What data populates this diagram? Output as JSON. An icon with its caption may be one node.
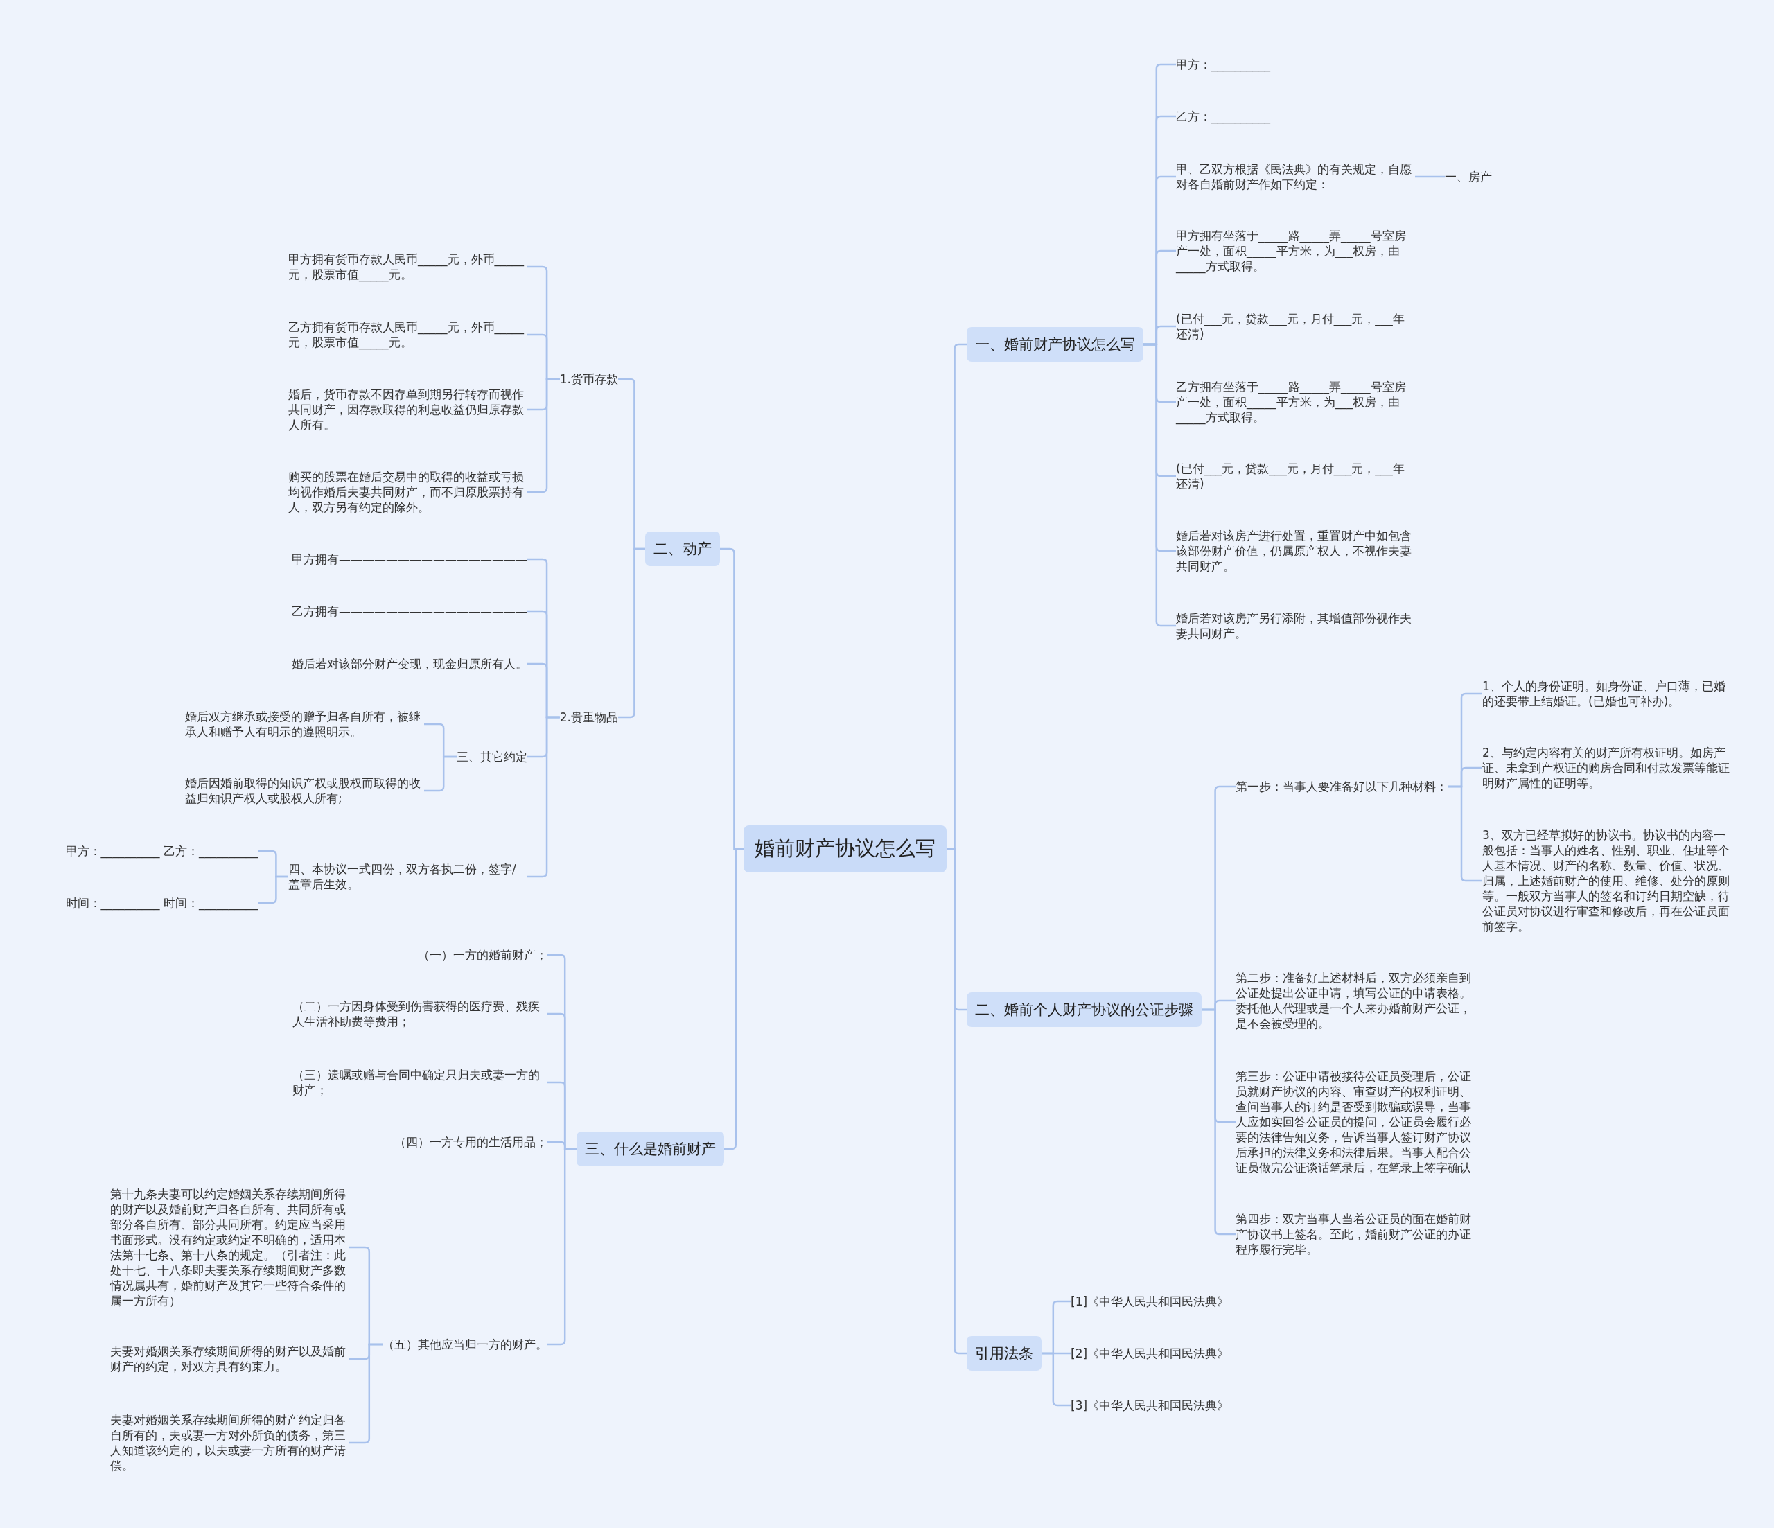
{
  "diagram": {
    "nodes": [
      {
        "text": [
          "婚前财产协议怎么写"
        ]
      },
      {
        "text": [
          "一、婚前财产协议怎么写"
        ]
      },
      {
        "text": [
          "甲方：__________"
        ]
      },
      {
        "text": [
          "乙方：__________"
        ]
      },
      {
        "text": [
          "甲、乙双方根据《民法典》的有关规定，自愿对各自婚前财产作如下约定："
        ]
      },
      {
        "text": [
          "一、房产"
        ]
      },
      {
        "text": [
          "甲方拥有坐落于_____路_____弄_____号室房产一处，面积_____平方米，为___权房，由_____方式取得。"
        ]
      },
      {
        "text": [
          "(已付___元，贷款___元，月付___元，___年还清)"
        ]
      },
      {
        "text": [
          "乙方拥有坐落于_____路_____弄_____号室房产一处，面积_____平方米，为___权房，由_____方式取得。"
        ]
      },
      {
        "text": [
          "(已付___元，贷款___元，月付___元，___年还清)"
        ]
      },
      {
        "text": [
          "婚后若对该房产进行处置，重置财产中如包含该部份财产价值，仍属原产权人，不视作夫妻共同财产。"
        ]
      },
      {
        "text": [
          "婚后若对该房产另行添附，其增值部份视作夫妻共同财产。"
        ]
      },
      {
        "text": [
          "二、婚前个人财产协议的公证步骤"
        ]
      },
      {
        "text": [
          "第一步：当事人要准备好以下几种材料："
        ]
      },
      {
        "text": [
          "1、个人的身份证明。如身份证、户口薄，已婚的还要带上结婚证。(已婚也可补办)。"
        ]
      },
      {
        "text": [
          "2、与约定内容有关的财产所有权证明。如房产证、未拿到产权证的购房合同和付款发票等能证明财产属性的证明等。"
        ]
      },
      {
        "text": [
          "3、双方已经草拟好的协议书。协议书的内容一般包括：当事人的姓名、性别、职业、住址等个人基本情况、财产的名称、数量、价值、状况、归属，上述婚前财产的使用、维修、处分的原则等。一般双方当事人的签名和订约日期空缺，待公证员对协议进行审查和修改后，再在公证员面前签字。"
        ]
      },
      {
        "text": [
          "第二步：准备好上述材料后，双方必须亲自到公证处提出公证申请，填写公证的申请表格。委托他人代理或是一个人来办婚前财产公证，是不会被受理的。"
        ]
      },
      {
        "text": [
          "第三步：公证申请被接待公证员受理后，公证员就财产协议的内容、审查财产的权利证明、查问当事人的订约是否受到欺骗或误导，当事人应如实回答公证员的提问，公证员会履行必要的法律告知义务，告诉当事人签订财产协议后承担的法律义务和法律后果。当事人配合公证员做完公证谈话笔录后，在笔录上签字确认"
        ]
      },
      {
        "text": [
          "第四步：双方当事人当着公证员的面在婚前财产协议书上签名。至此，婚前财产公证的办证程序履行完毕。"
        ]
      },
      {
        "text": [
          "引用法条"
        ]
      },
      {
        "text": [
          "[1]《中华人民共和国民法典》"
        ]
      },
      {
        "text": [
          "[2]《中华人民共和国民法典》"
        ]
      },
      {
        "text": [
          "[3]《中华人民共和国民法典》"
        ]
      },
      {
        "text": [
          "二、动产"
        ]
      },
      {
        "text": [
          "1.货币存款"
        ]
      },
      {
        "text": [
          "甲方拥有货币存款人民币_____元，外币_____元，股票市值_____元。"
        ]
      },
      {
        "text": [
          "乙方拥有货币存款人民币_____元，外币_____元，股票市值_____元。"
        ]
      },
      {
        "text": [
          "婚后，货币存款不因存单到期另行转存而视作共同财产，因存款取得的利息收益仍归原存款人所有。"
        ]
      },
      {
        "text": [
          "购买的股票在婚后交易中的取得的收益或亏损均视作婚后夫妻共同财产，而不归原股票持有人，双方另有约定的除外。"
        ]
      },
      {
        "text": [
          "2.贵重物品"
        ]
      },
      {
        "text": [
          "甲方拥有————————————————"
        ]
      },
      {
        "text": [
          "乙方拥有————————————————"
        ]
      },
      {
        "text": [
          "婚后若对该部分财产变现，现金归原所有人。"
        ]
      },
      {
        "text": [
          "三、其它约定"
        ]
      },
      {
        "text": [
          "婚后双方继承或接受的赠予归各自所有，被继承人和赠予人有明示的遵照明示。"
        ]
      },
      {
        "text": [
          "婚后因婚前取得的知识产权或股权而取得的收益归知识产权人或股权人所有;"
        ]
      },
      {
        "text": [
          "四、本协议一式四份，双方各执二份，签字/盖章后生效。"
        ]
      },
      {
        "text": [
          "甲方：__________ 乙方：__________"
        ]
      },
      {
        "text": [
          "时间：__________ 时间：__________"
        ]
      },
      {
        "text": [
          "三、什么是婚前财产"
        ]
      },
      {
        "text": [
          "（一）一方的婚前财产；"
        ]
      },
      {
        "text": [
          "（二）一方因身体受到伤害获得的医疗费、残疾人生活补助费等费用；"
        ]
      },
      {
        "text": [
          "（三）遗嘱或赠与合同中确定只归夫或妻一方的财产；"
        ]
      },
      {
        "text": [
          "（四）一方专用的生活用品；"
        ]
      },
      {
        "text": [
          "（五）其他应当归一方的财产。"
        ]
      },
      {
        "text": [
          "第十九条夫妻可以约定婚姻关系存续期间所得的财产以及婚前财产归各自所有、共同所有或部分各自所有、部分共同所有。约定应当采用书面形式。没有约定或约定不明确的，适用本法第十七条、第十八条的规定。（引者注：此处十七、十八条即夫妻关系存续期间财产多数情况属共有，婚前财产及其它一些符合条件的属一方所有）"
        ]
      },
      {
        "text": [
          "夫妻对婚姻关系存续期间所得的财产以及婚前财产的约定，对双方具有约束力。"
        ]
      },
      {
        "text": [
          "夫妻对婚姻关系存续期间所得的财产约定归各自所有的，夫或妻一方对外所负的债务，第三人知道该约定的，以夫或妻一方所有的财产清偿。"
        ]
      }
    ],
    "edges": [
      {
        "from": 0,
        "to": 1,
        "arrow": "none"
      },
      {
        "from": 1,
        "to": 2,
        "arrow": "none"
      },
      {
        "from": 1,
        "to": 3,
        "arrow": "none"
      },
      {
        "from": 1,
        "to": 4,
        "arrow": "none"
      },
      {
        "from": 4,
        "to": 5,
        "arrow": "none"
      },
      {
        "from": 1,
        "to": 6,
        "arrow": "none"
      },
      {
        "from": 1,
        "to": 7,
        "arrow": "none"
      },
      {
        "from": 1,
        "to": 8,
        "arrow": "none"
      },
      {
        "from": 1,
        "to": 9,
        "arrow": "none"
      },
      {
        "from": 1,
        "to": 10,
        "arrow": "none"
      },
      {
        "from": 1,
        "to": 11,
        "arrow": "none"
      },
      {
        "from": 0,
        "to": 12,
        "arrow": "none"
      },
      {
        "from": 12,
        "to": 13,
        "arrow": "none"
      },
      {
        "from": 13,
        "to": 14,
        "arrow": "none"
      },
      {
        "from": 13,
        "to": 15,
        "arrow": "none"
      },
      {
        "from": 13,
        "to": 16,
        "arrow": "none"
      },
      {
        "from": 12,
        "to": 17,
        "arrow": "none"
      },
      {
        "from": 12,
        "to": 18,
        "arrow": "none"
      },
      {
        "from": 12,
        "to": 19,
        "arrow": "none"
      },
      {
        "from": 0,
        "to": 20,
        "arrow": "none"
      },
      {
        "from": 20,
        "to": 21,
        "arrow": "none"
      },
      {
        "from": 20,
        "to": 22,
        "arrow": "none"
      },
      {
        "from": 20,
        "to": 23,
        "arrow": "none"
      },
      {
        "from": 0,
        "to": 24,
        "arrow": "none"
      },
      {
        "from": 24,
        "to": 25,
        "arrow": "none"
      },
      {
        "from": 25,
        "to": 26,
        "arrow": "none"
      },
      {
        "from": 25,
        "to": 27,
        "arrow": "none"
      },
      {
        "from": 25,
        "to": 28,
        "arrow": "none"
      },
      {
        "from": 25,
        "to": 29,
        "arrow": "none"
      },
      {
        "from": 24,
        "to": 30,
        "arrow": "none"
      },
      {
        "from": 30,
        "to": 31,
        "arrow": "none"
      },
      {
        "from": 30,
        "to": 32,
        "arrow": "none"
      },
      {
        "from": 30,
        "to": 33,
        "arrow": "none"
      },
      {
        "from": 30,
        "to": 34,
        "arrow": "none"
      },
      {
        "from": 34,
        "to": 35,
        "arrow": "none"
      },
      {
        "from": 34,
        "to": 36,
        "arrow": "none"
      },
      {
        "from": 30,
        "to": 37,
        "arrow": "none"
      },
      {
        "from": 37,
        "to": 38,
        "arrow": "none"
      },
      {
        "from": 37,
        "to": 39,
        "arrow": "none"
      },
      {
        "from": 0,
        "to": 40,
        "arrow": "none"
      },
      {
        "from": 40,
        "to": 41,
        "arrow": "none"
      },
      {
        "from": 40,
        "to": 42,
        "arrow": "none"
      },
      {
        "from": 40,
        "to": 43,
        "arrow": "none"
      },
      {
        "from": 40,
        "to": 44,
        "arrow": "none"
      },
      {
        "from": 40,
        "to": 45,
        "arrow": "none"
      },
      {
        "from": 45,
        "to": 46,
        "arrow": "none"
      },
      {
        "from": 45,
        "to": 47,
        "arrow": "none"
      },
      {
        "from": 45,
        "to": 48,
        "arrow": "none"
      }
    ]
  }
}
